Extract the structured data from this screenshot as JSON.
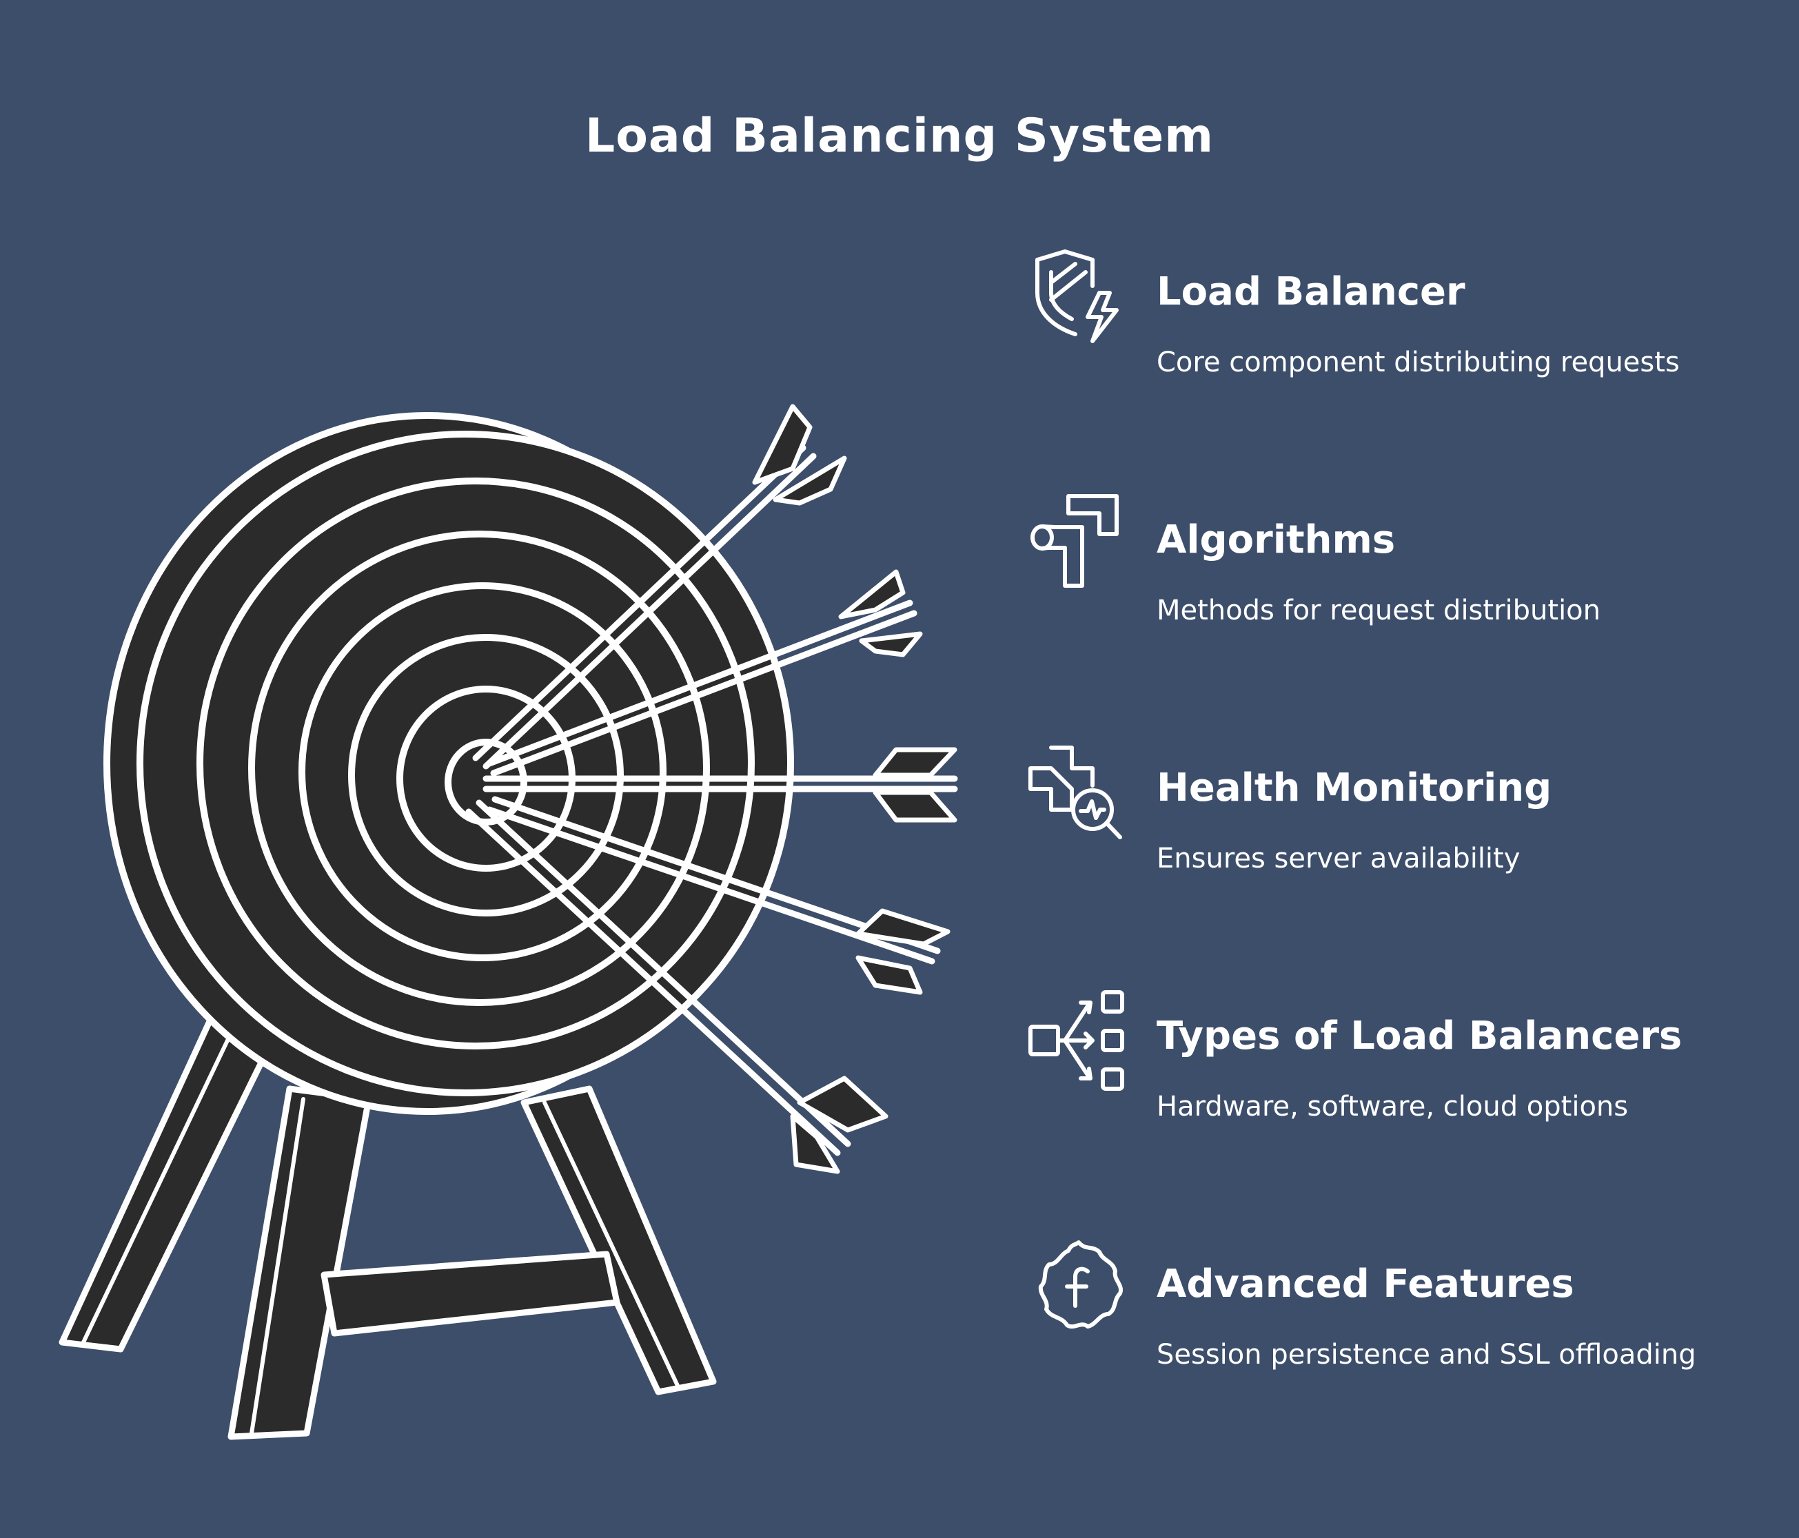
{
  "title": "Load Balancing System",
  "colors": {
    "background": "#3d4e6b",
    "ink": "#ffffff",
    "target_fill": "#2b2b2b"
  },
  "target_icon": "archery-target-with-arrows-icon",
  "items": [
    {
      "title": "Load Balancer",
      "description": "Core component distributing requests",
      "icon": "shield-lightning-icon"
    },
    {
      "title": "Algorithms",
      "description": "Methods for request distribution",
      "icon": "pipe-connector-icon"
    },
    {
      "title": "Health Monitoring",
      "description": "Ensures server availability",
      "icon": "health-cross-magnifier-icon"
    },
    {
      "title": "Types of Load Balancers",
      "description": "Hardware, software, cloud options",
      "icon": "branching-boxes-icon"
    },
    {
      "title": "Advanced Features",
      "description": "Session persistence and SSL offloading",
      "icon": "function-gear-icon"
    }
  ]
}
